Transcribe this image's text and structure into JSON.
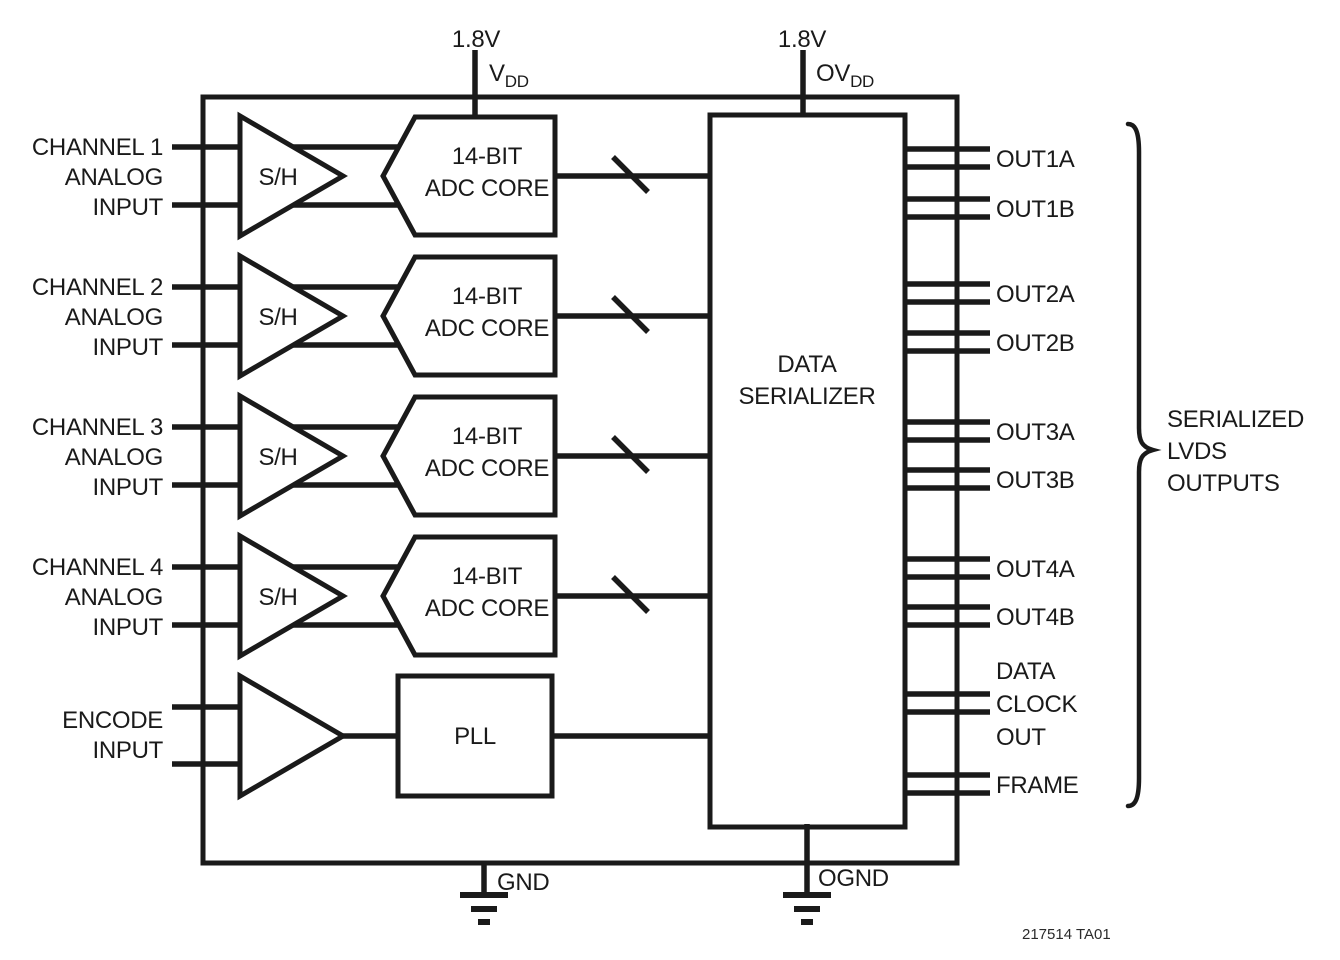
{
  "diagram": {
    "part_number": "217514 TA01",
    "colors": {
      "line": "#1a1a1a",
      "background": "#ffffff"
    },
    "supplies": {
      "vdd": {
        "voltage": "1.8V",
        "base": "V",
        "sub": "DD"
      },
      "ovdd": {
        "voltage": "1.8V",
        "base": "OV",
        "sub": "DD"
      }
    },
    "channels": [
      {
        "l1": "CHANNEL 1",
        "l2": "ANALOG",
        "l3": "INPUT",
        "sh": "S/H",
        "adc1": "14-BIT",
        "adc2": "ADC CORE"
      },
      {
        "l1": "CHANNEL 2",
        "l2": "ANALOG",
        "l3": "INPUT",
        "sh": "S/H",
        "adc1": "14-BIT",
        "adc2": "ADC CORE"
      },
      {
        "l1": "CHANNEL 3",
        "l2": "ANALOG",
        "l3": "INPUT",
        "sh": "S/H",
        "adc1": "14-BIT",
        "adc2": "ADC CORE"
      },
      {
        "l1": "CHANNEL 4",
        "l2": "ANALOG",
        "l3": "INPUT",
        "sh": "S/H",
        "adc1": "14-BIT",
        "adc2": "ADC CORE"
      }
    ],
    "encode": {
      "l1": "ENCODE",
      "l2": "INPUT"
    },
    "pll_label": "PLL",
    "serializer": {
      "l1": "DATA",
      "l2": "SERIALIZER"
    },
    "outputs": {
      "out1a": "OUT1A",
      "out1b": "OUT1B",
      "out2a": "OUT2A",
      "out2b": "OUT2B",
      "out3a": "OUT3A",
      "out3b": "OUT3B",
      "out4a": "OUT4A",
      "out4b": "OUT4B",
      "clock": {
        "l1": "DATA",
        "l2": "CLOCK",
        "l3": "OUT"
      },
      "frame": "FRAME"
    },
    "brace_label": {
      "l1": "SERIALIZED",
      "l2": "LVDS",
      "l3": "OUTPUTS"
    },
    "grounds": {
      "gnd": "GND",
      "ognd": "OGND"
    }
  }
}
